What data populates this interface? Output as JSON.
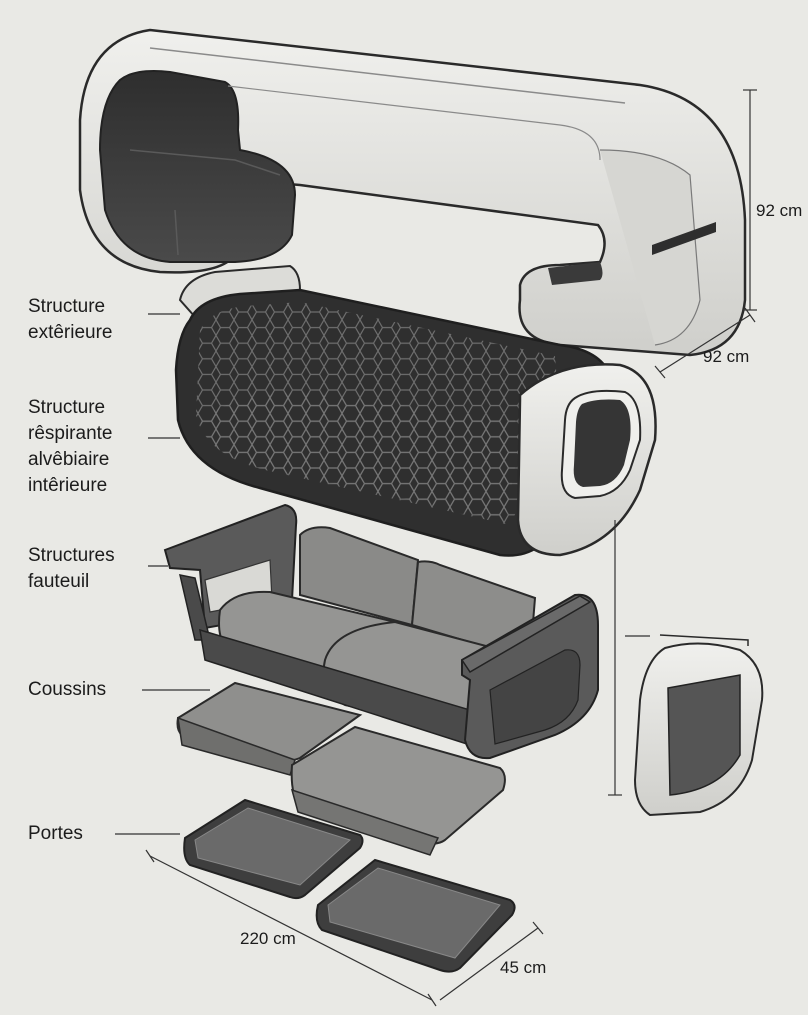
{
  "labels": {
    "outer_structure": [
      "Structure",
      "extêrieure"
    ],
    "inner_structure": [
      "Structure",
      "rêspirante",
      "alvêbiaire",
      "intêrieure"
    ],
    "armchair_structure": [
      "Structures",
      "fauteuil"
    ],
    "cushions": "Coussins",
    "doors": "Portes"
  },
  "dimensions": {
    "height": "92 cm",
    "depth": "92 cm",
    "width": "220 cm",
    "door_depth": "45 cm"
  },
  "colors": {
    "background": "#e9e9e5",
    "shell": "#e2e2de",
    "dark_interior": "#3b3b3b",
    "fabric": "#8d8d8b",
    "outline": "#2a2a2a"
  }
}
